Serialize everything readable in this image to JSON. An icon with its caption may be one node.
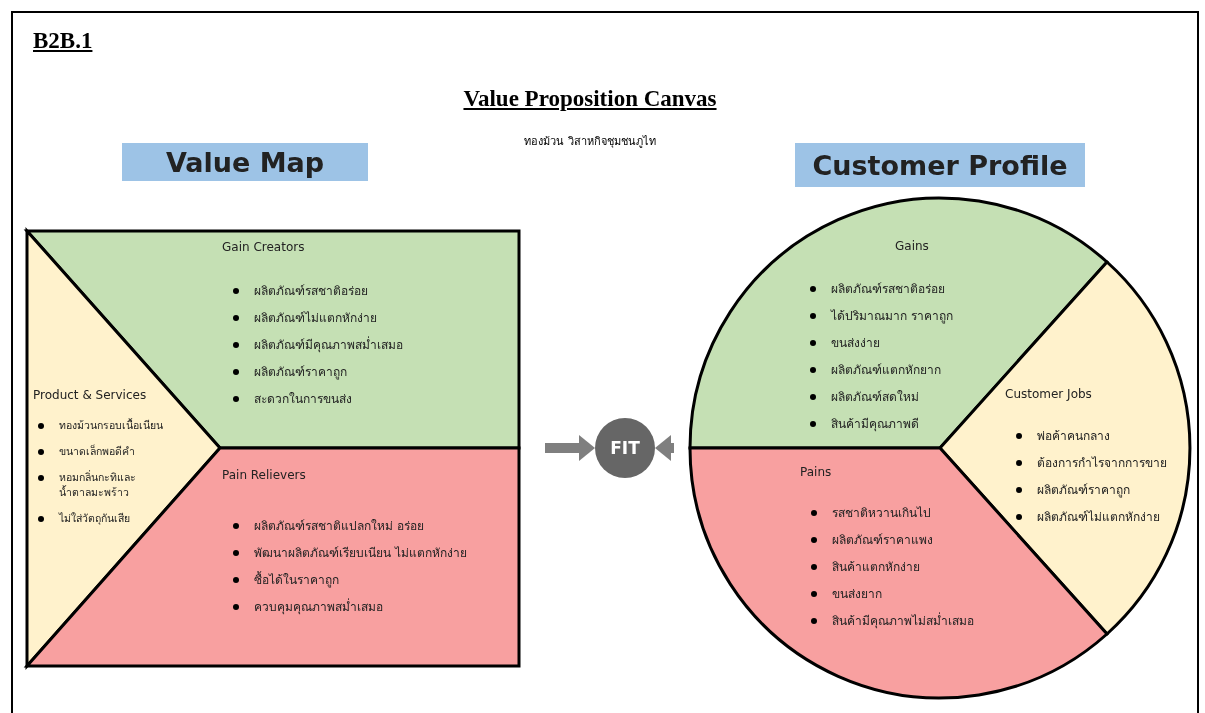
{
  "diagram": {
    "title": "Value Proposition Canvas",
    "labels": [
      "B2B.1",
      "ทองม้วน วิสาหกิจชุมชนภูไท"
    ],
    "nodes": [
      {
        "text": [
          "Value Map"
        ]
      },
      {
        "text": [
          "Customer Profile"
        ]
      },
      {
        "text": [
          "Gain Creators",
          "ผลิตภัณฑ์รสชาติอร่อย",
          "ผลิตภัณฑ์ไม่แตกหักง่าย",
          "ผลิตภัณฑ์มีคุณภาพสม่ำเสมอ",
          "ผลิตภัณฑ์ราคาถูก",
          "สะดวกในการขนส่ง"
        ]
      },
      {
        "text": [
          "Product & Services",
          "ทองม้วนกรอบเนื้อเนียน",
          "ขนาดเล็กพอดีคำ",
          "หอมกลิ่นกะทิและน้ำตาลมะพร้าว",
          "ไม่ใส่วัตถุกันเสีย"
        ]
      },
      {
        "text": [
          "Pain Relievers",
          "ผลิตภัณฑ์รสชาติแปลกใหม่ อร่อย",
          "พัฒนาผลิตภัณฑ์เรียบเนียน ไม่แตกหักง่าย",
          "ซื้อได้ในราคาถูก",
          "ควบคุมคุณภาพสม่ำเสมอ"
        ]
      },
      {
        "text": [
          "FIT"
        ]
      },
      {
        "text": [
          "Gains",
          "ผลิตภัณฑ์รสชาติอร่อย",
          "ได้ปริมาณมาก ราคาถูก",
          "ขนส่งง่าย",
          "ผลิตภัณฑ์แตกหักยาก",
          "ผลิตภัณฑ์สดใหม่",
          "สินค้ามีคุณภาพดี"
        ]
      },
      {
        "text": [
          "Customer Jobs",
          "พ่อค้าคนกลาง",
          "ต้องการกำไรจากการขาย",
          "ผลิตภัณฑ์ราคาถูก",
          "ผลิตภัณฑ์ไม่แตกหักง่าย"
        ]
      },
      {
        "text": [
          "Pains",
          "รสชาติหวานเกินไป",
          "ผลิตภัณฑ์ราคาแพง",
          "สินค้าแตกหักง่าย",
          "ขนส่งยาก",
          "สินค้ามีคุณภาพไม่สม่ำเสมอ"
        ]
      }
    ],
    "edges": [
      {
        "from": null,
        "to": 5,
        "arrow": "to"
      },
      {
        "from": null,
        "to": 5,
        "arrow": "to"
      }
    ]
  }
}
